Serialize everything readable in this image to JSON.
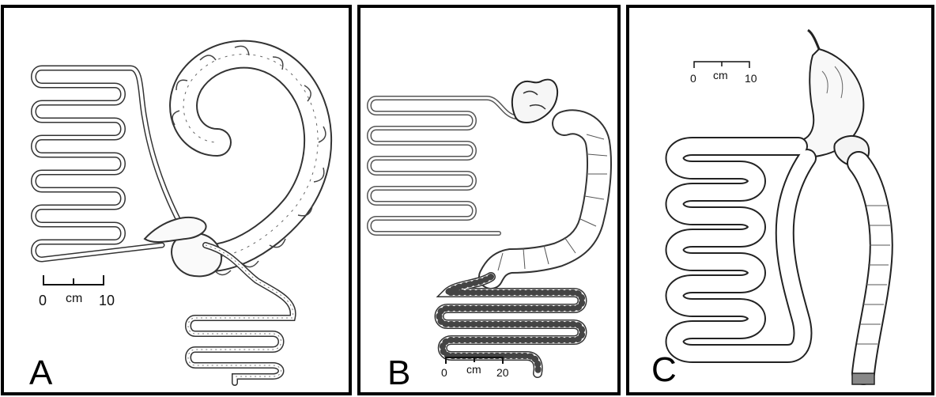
{
  "panels": [
    {
      "letter": "A",
      "scale": {
        "start": "0",
        "unit": "cm",
        "end": "10"
      }
    },
    {
      "letter": "B",
      "scale": {
        "start": "0",
        "unit": "cm",
        "end": "20"
      }
    },
    {
      "letter": "C",
      "scale": {
        "start": "0",
        "unit": "cm",
        "end": "10"
      }
    }
  ]
}
